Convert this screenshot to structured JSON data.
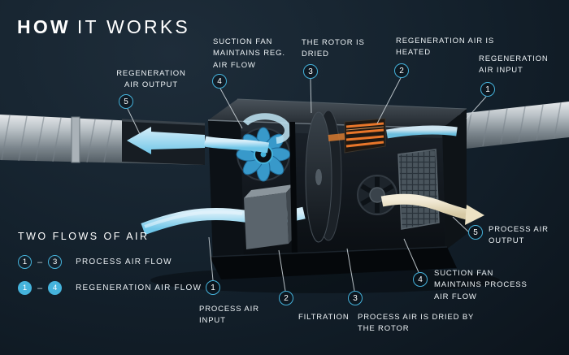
{
  "title": {
    "bold": "HOW",
    "rest": "IT WORKS"
  },
  "colors": {
    "background": "#13202b",
    "accent": "#45b3dc",
    "ribbon_blue": "#8fd4ef",
    "ribbon_cream": "#e9dfc0",
    "heater_orange": "#e8762a"
  },
  "callouts": [
    {
      "num": "5",
      "label": "REGENERATION AIR OUTPUT"
    },
    {
      "num": "4",
      "label": "SUCTION FAN MAINTAINS REG. AIR FLOW"
    },
    {
      "num": "3",
      "label": "THE ROTOR IS DRIED"
    },
    {
      "num": "2",
      "label": "REGENERATION AIR IS HEATED"
    },
    {
      "num": "1",
      "label": "REGENERATION AIR INPUT"
    },
    {
      "num": "1",
      "label": "PROCESS AIR INPUT"
    },
    {
      "num": "2",
      "label": "FILTRATION"
    },
    {
      "num": "3",
      "label": "PROCESS AIR IS DRIED BY THE ROTOR"
    },
    {
      "num": "4",
      "label": "SUCTION FAN MAINTAINS PROCESS AIR FLOW"
    },
    {
      "num": "5",
      "label": "PROCESS AIR OUTPUT"
    }
  ],
  "legend": {
    "title": "TWO FLOWS OF AIR",
    "rows": [
      {
        "from": "1",
        "dash": "–",
        "to": "3",
        "label": "PROCESS AIR FLOW"
      },
      {
        "from": "1",
        "dash": "–",
        "to": "4",
        "label": "REGENERATION AIR FLOW"
      }
    ]
  }
}
